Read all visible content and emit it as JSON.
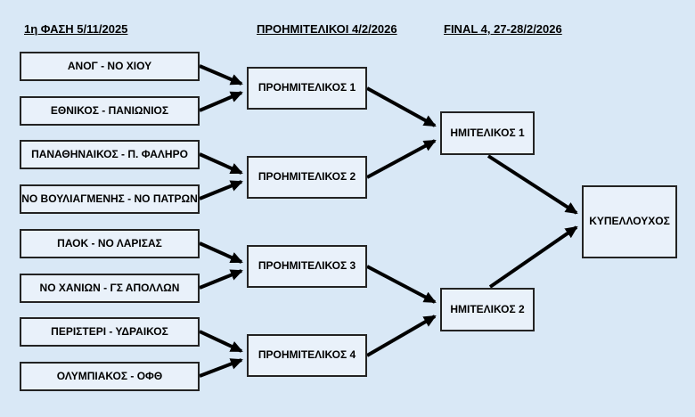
{
  "headers": {
    "phase1": "1η ΦΑΣΗ 5/11/2025",
    "quarterfinals": "ΠΡΟΗΜΙΤΕΛΙΚΟΙ 4/2/2026",
    "final4": "FINAL 4, 27-28/2/2026"
  },
  "rounds": {
    "first_round": {
      "matches": [
        "ΑΝΟΓ - ΝΟ ΧΙΟΥ",
        "ΕΘΝΙΚΟΣ - ΠΑΝΙΩΝΙΟΣ",
        "ΠΑΝΑΘΗΝΑΙΚΟΣ - Π. ΦΑΛΗΡΟ",
        "ΝΟ ΒΟΥΛΙΑΓΜΕΝΗΣ - ΝΟ ΠΑΤΡΩΝ",
        "ΠΑΟΚ - ΝΟ ΛΑΡΙΣΑΣ",
        "ΝΟ ΧΑΝΙΩΝ - ΓΣ ΑΠΟΛΛΩΝ",
        "ΠΕΡΙΣΤΕΡΙ - ΥΔΡΑΙΚΟΣ",
        "ΟΛΥΜΠΙΑΚΟΣ - ΟΦΘ"
      ]
    },
    "quarterfinals": {
      "boxes": [
        "ΠΡΟΗΜΙΤΕΛΙΚΟΣ 1",
        "ΠΡΟΗΜΙΤΕΛΙΚΟΣ 2",
        "ΠΡΟΗΜΙΤΕΛΙΚΟΣ 3",
        "ΠΡΟΗΜΙΤΕΛΙΚΟΣ 4"
      ]
    },
    "semifinals": {
      "boxes": [
        "ΗΜΙΤΕΛΙΚΟΣ 1",
        "ΗΜΙΤΕΛΙΚΟΣ 2"
      ]
    },
    "champion": {
      "label": "ΚΥΠΕΛΛΟΥΧΟΣ"
    }
  },
  "colors": {
    "background": "#d9e8f6",
    "box_fill": "#e9f1fa",
    "box_border": "#232323",
    "arrow": "#000000",
    "text": "#000000"
  }
}
